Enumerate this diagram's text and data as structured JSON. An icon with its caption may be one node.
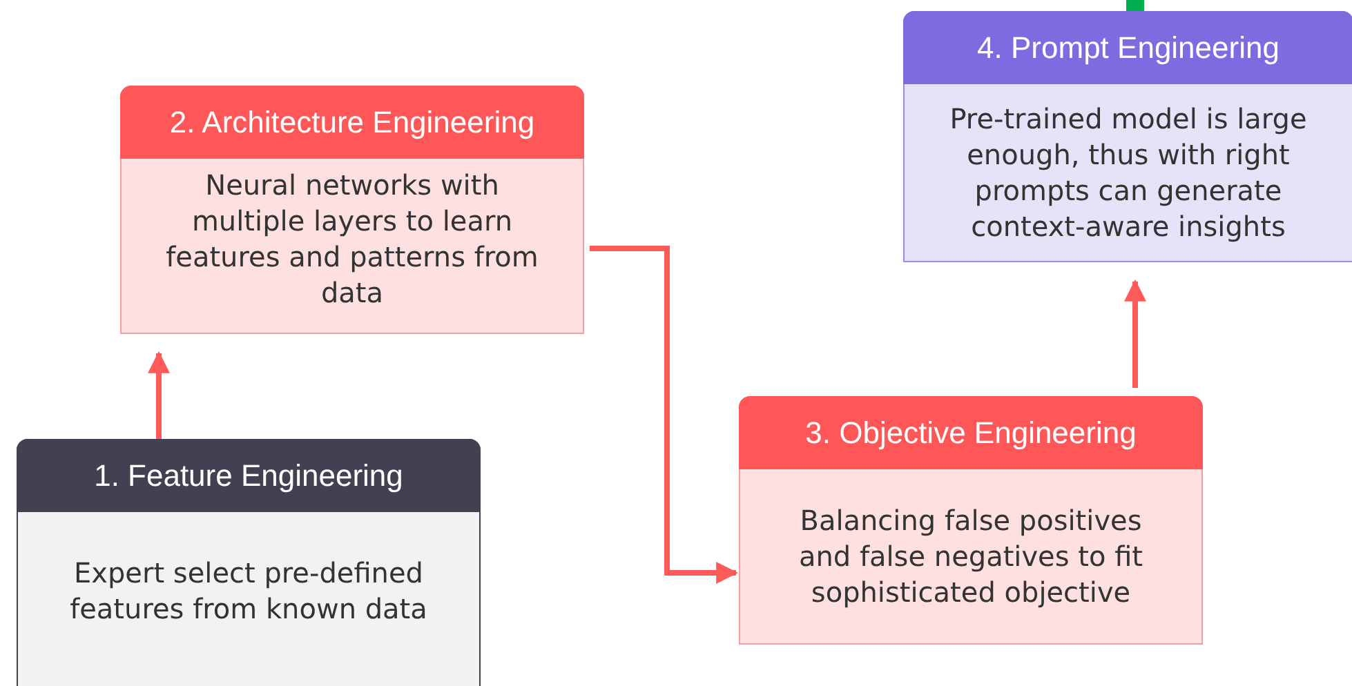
{
  "diagram": {
    "nodes": [
      {
        "text": [
          "1. Feature Engineering",
          "Expert select pre-defined features from known data"
        ]
      },
      {
        "text": [
          "2. Architecture Engineering",
          "Neural networks with multiple layers to learn features and patterns from data"
        ]
      },
      {
        "text": [
          "3. Objective Engineering",
          "Balancing false positives and false negatives to fit sophisticated objective"
        ]
      },
      {
        "text": [
          "4. Prompt Engineering",
          "Pre-trained model is large enough, thus with right prompts can generate context-aware insights"
        ]
      }
    ],
    "edges": [
      {
        "from": 0,
        "to": 1,
        "arrow": "to"
      },
      {
        "from": 1,
        "to": 2,
        "arrow": "to"
      },
      {
        "from": 2,
        "to": 3,
        "arrow": "to"
      },
      {
        "from": 3,
        "to": null,
        "arrow": "none",
        "style": "thick",
        "color": "#00b050"
      }
    ]
  }
}
